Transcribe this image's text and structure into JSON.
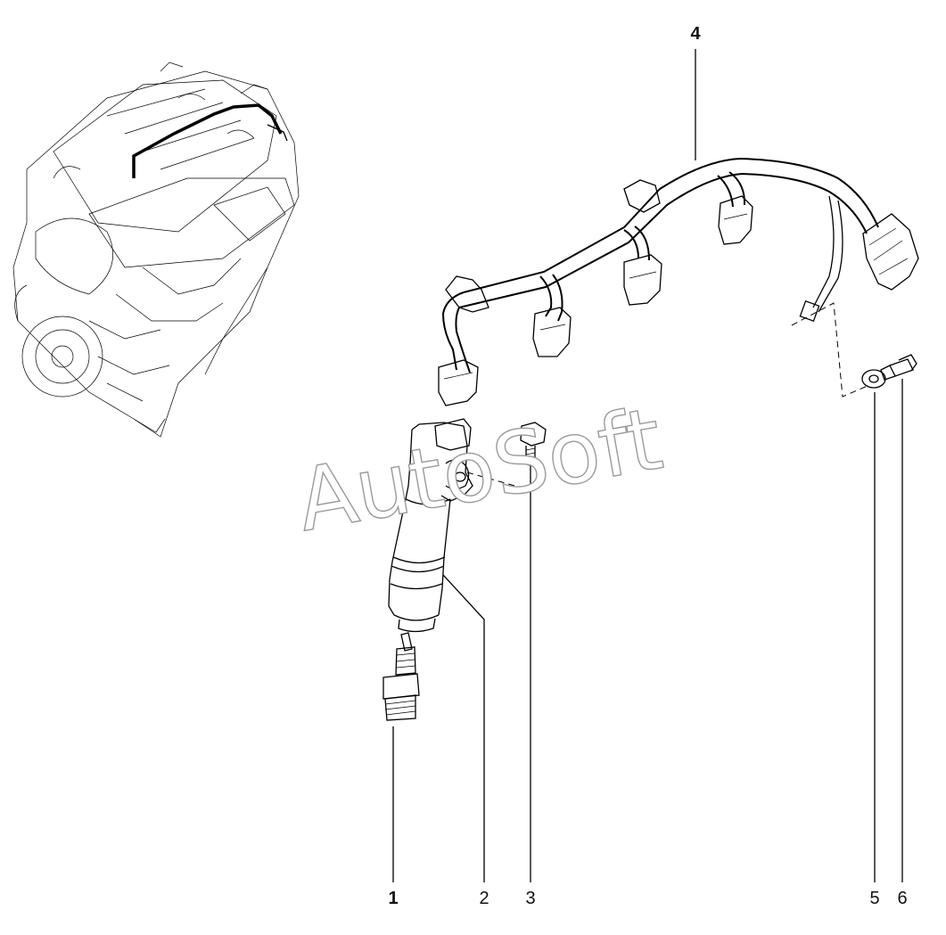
{
  "diagram": {
    "callouts": [
      {
        "id": "1",
        "label": "1"
      },
      {
        "id": "2",
        "label": "2"
      },
      {
        "id": "3",
        "label": "3"
      },
      {
        "id": "4",
        "label": "4"
      },
      {
        "id": "5",
        "label": "5"
      },
      {
        "id": "6",
        "label": "6"
      }
    ],
    "watermark": "AutoSoft"
  }
}
